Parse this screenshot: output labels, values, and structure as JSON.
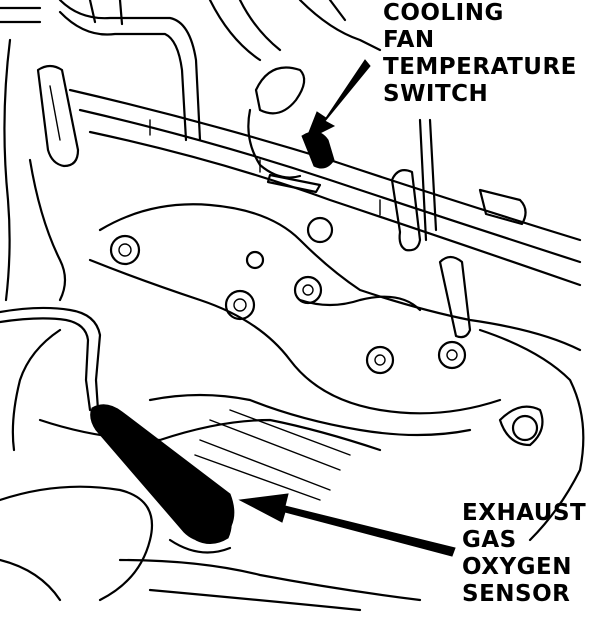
{
  "callouts": {
    "cooling_fan_switch": [
      "COOLING",
      "FAN",
      "TEMPERATURE",
      "SWITCH"
    ],
    "oxygen_sensor": [
      "EXHAUST",
      "GAS",
      "OXYGEN",
      "SENSOR"
    ]
  },
  "colors": {
    "ink": "#000000",
    "paper": "#ffffff"
  }
}
